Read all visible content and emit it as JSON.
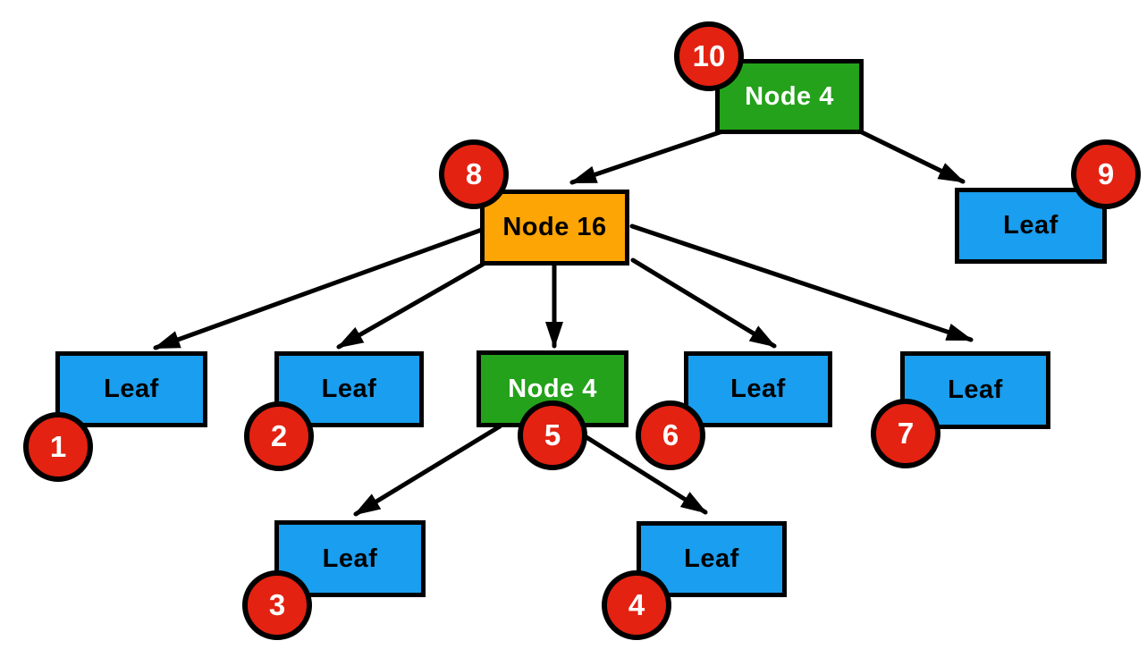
{
  "diagram": {
    "type": "tree",
    "background": "#ffffff",
    "colors": {
      "internal_node_green": "#24A21B",
      "internal_node_orange": "#FDA504",
      "leaf_node_blue": "#1A9EEF",
      "step_badge_red": "#E32212",
      "stroke_black": "#000000",
      "label_on_green": "#ffffff",
      "label_on_orange": "#000000",
      "label_on_blue": "#000000",
      "badge_text": "#ffffff"
    },
    "nodes": [
      {
        "label": "Node 4",
        "badge": "10",
        "color": "green",
        "role": "root",
        "badge_position": "top-left"
      },
      {
        "label": "Node 16",
        "badge": "8",
        "color": "orange",
        "role": "internal",
        "badge_position": "top-left"
      },
      {
        "label": "Leaf",
        "badge": "9",
        "color": "blue",
        "role": "leaf",
        "badge_position": "top-right"
      },
      {
        "label": "Leaf",
        "badge": "1",
        "color": "blue",
        "role": "leaf",
        "badge_position": "bottom-left"
      },
      {
        "label": "Leaf",
        "badge": "2",
        "color": "blue",
        "role": "leaf",
        "badge_position": "bottom-left"
      },
      {
        "label": "Node 4",
        "badge": "5",
        "color": "green",
        "role": "internal",
        "badge_position": "bottom-center"
      },
      {
        "label": "Leaf",
        "badge": "6",
        "color": "blue",
        "role": "leaf",
        "badge_position": "bottom-left"
      },
      {
        "label": "Leaf",
        "badge": "7",
        "color": "blue",
        "role": "leaf",
        "badge_position": "bottom-left"
      },
      {
        "label": "Leaf",
        "badge": "3",
        "color": "blue",
        "role": "leaf",
        "badge_position": "bottom-left"
      },
      {
        "label": "Leaf",
        "badge": "4",
        "color": "blue",
        "role": "leaf",
        "badge_position": "bottom-left"
      }
    ],
    "edges": [
      {
        "from_badge": "10",
        "to_badge": "8"
      },
      {
        "from_badge": "10",
        "to_badge": "9"
      },
      {
        "from_badge": "8",
        "to_badge": "1"
      },
      {
        "from_badge": "8",
        "to_badge": "2"
      },
      {
        "from_badge": "8",
        "to_badge": "5"
      },
      {
        "from_badge": "8",
        "to_badge": "6"
      },
      {
        "from_badge": "8",
        "to_badge": "7"
      },
      {
        "from_badge": "5",
        "to_badge": "3"
      },
      {
        "from_badge": "5",
        "to_badge": "4"
      }
    ]
  }
}
